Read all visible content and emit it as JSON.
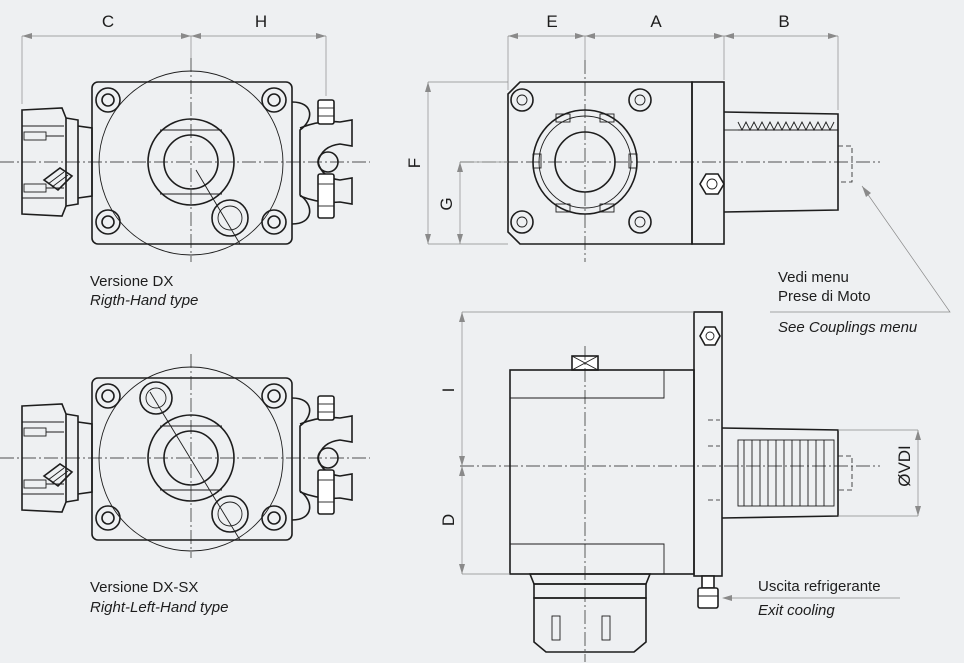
{
  "dimensions": {
    "C": "C",
    "H": "H",
    "E": "E",
    "A": "A",
    "B": "B",
    "F": "F",
    "G": "G",
    "I": "I",
    "D": "D",
    "VDI": "ØVDI"
  },
  "captions": {
    "dx_title": "Versione DX",
    "dx_subtitle": "Rigth-Hand type",
    "dxsx_title": "Versione DX-SX",
    "dxsx_subtitle": "Right-Left-Hand type",
    "couplings_line1": "Vedi menu",
    "couplings_line2": "Prese di Moto",
    "couplings_en": "See Couplings menu",
    "cooling_it": "Uscita refrigerante",
    "cooling_en": "Exit cooling"
  }
}
